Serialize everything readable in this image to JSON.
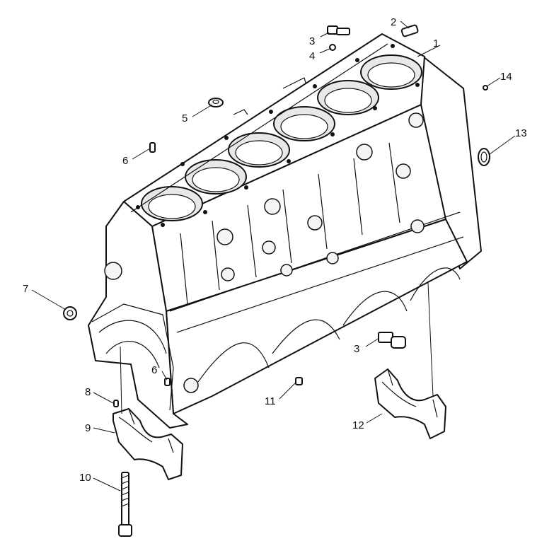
{
  "figure": {
    "ink_color": "#111111",
    "background_color": "#ffffff"
  },
  "labels": [
    {
      "id": "1",
      "text": "1"
    },
    {
      "id": "2",
      "text": "2"
    },
    {
      "id": "3a",
      "text": "3"
    },
    {
      "id": "4",
      "text": "4"
    },
    {
      "id": "5",
      "text": "5"
    },
    {
      "id": "6a",
      "text": "6"
    },
    {
      "id": "14",
      "text": "14"
    },
    {
      "id": "13",
      "text": "13"
    },
    {
      "id": "7",
      "text": "7"
    },
    {
      "id": "3b",
      "text": "3"
    },
    {
      "id": "6b",
      "text": "6"
    },
    {
      "id": "8",
      "text": "8"
    },
    {
      "id": "9",
      "text": "9"
    },
    {
      "id": "11",
      "text": "11"
    },
    {
      "id": "12",
      "text": "12"
    },
    {
      "id": "10",
      "text": "10"
    }
  ]
}
